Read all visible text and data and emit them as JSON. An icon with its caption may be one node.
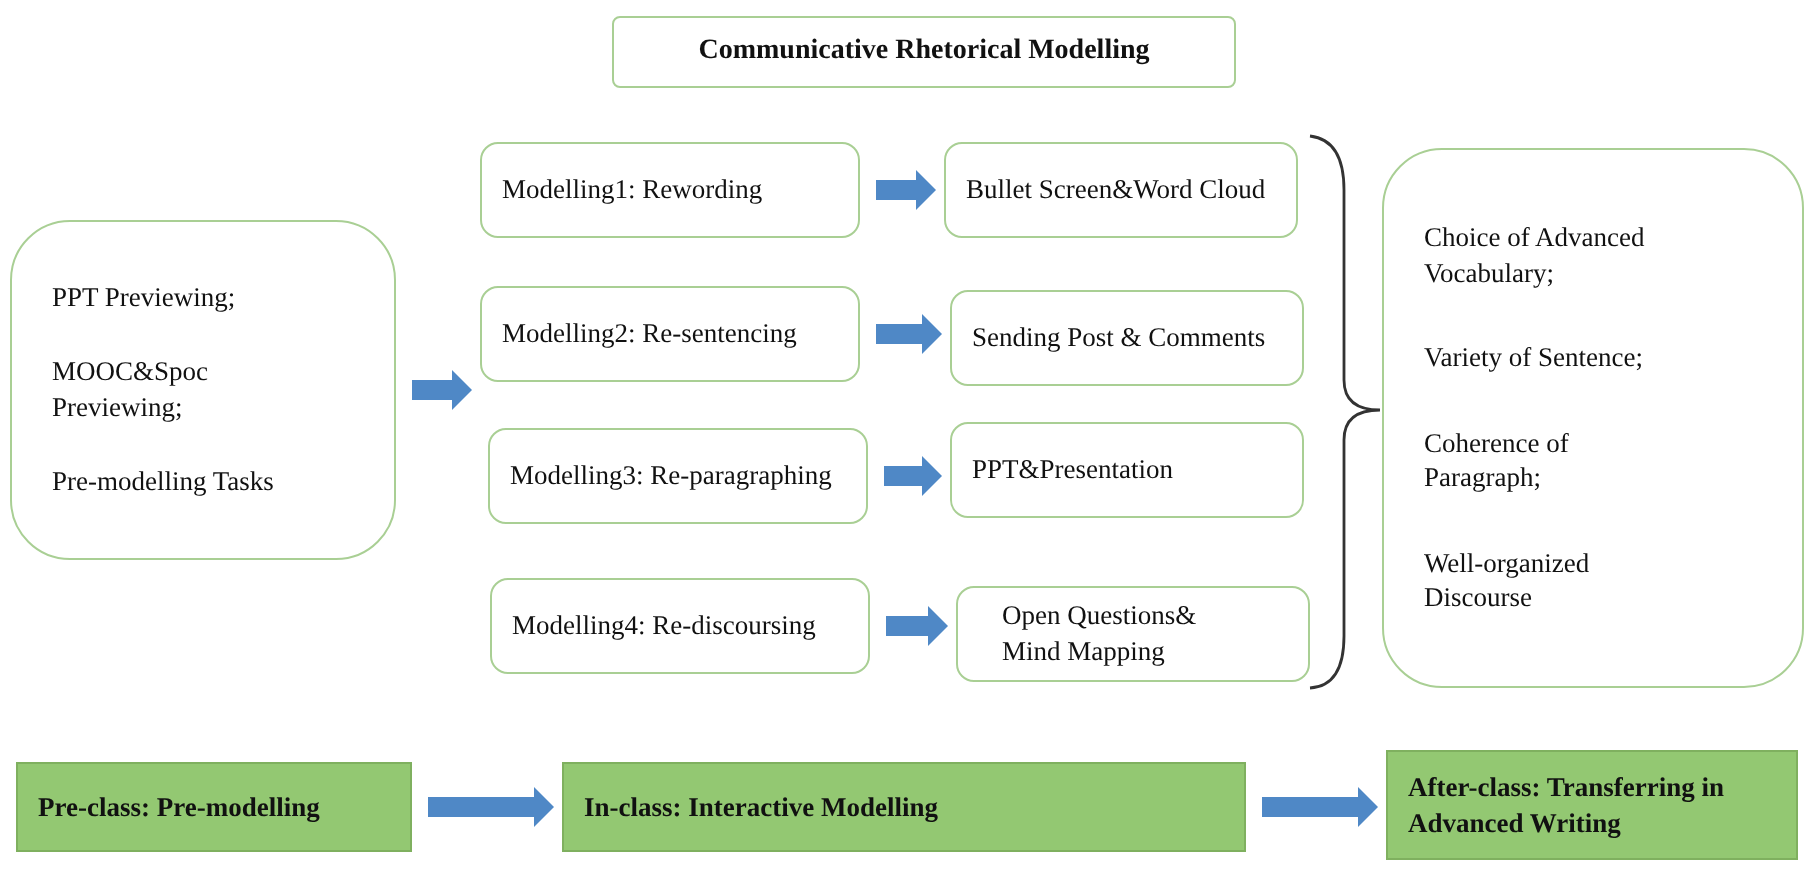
{
  "diagram": {
    "nodes": [
      {
        "text": [
          "Communicative Rhetorical Modelling"
        ]
      },
      {
        "text": [
          "PPT Previewing;",
          "MOOC&Spoc Previewing;",
          "Pre-modelling Tasks"
        ]
      },
      {
        "text": [
          "Modelling1: Rewording"
        ]
      },
      {
        "text": [
          "Modelling2: Re-sentencing"
        ]
      },
      {
        "text": [
          "Modelling3: Re-paragraphing"
        ]
      },
      {
        "text": [
          "Modelling4: Re-discoursing"
        ]
      },
      {
        "text": [
          "Bullet Screen&Word Cloud"
        ]
      },
      {
        "text": [
          "Sending Post & Comments"
        ]
      },
      {
        "text": [
          "PPT&Presentation"
        ]
      },
      {
        "text": [
          "Open Questions& Mind Mapping"
        ]
      },
      {
        "text": [
          "Choice of Advanced Vocabulary;",
          "Variety of Sentence;",
          "Coherence of Paragraph;",
          "Well-organized Discourse"
        ]
      },
      {
        "text": [
          "Pre-class: Pre-modelling"
        ]
      },
      {
        "text": [
          "In-class: Interactive Modelling"
        ]
      },
      {
        "text": [
          "After-class: Transferring in Advanced Writing"
        ]
      }
    ],
    "edges": [
      {
        "from": 1,
        "to": 3,
        "arrow": "to"
      },
      {
        "from": 2,
        "to": 6,
        "arrow": "to"
      },
      {
        "from": 3,
        "to": 7,
        "arrow": "to"
      },
      {
        "from": 4,
        "to": 8,
        "arrow": "to"
      },
      {
        "from": 5,
        "to": 9,
        "arrow": "to"
      },
      {
        "from": 11,
        "to": 12,
        "arrow": "to"
      },
      {
        "from": 12,
        "to": 13,
        "arrow": "to"
      }
    ]
  }
}
